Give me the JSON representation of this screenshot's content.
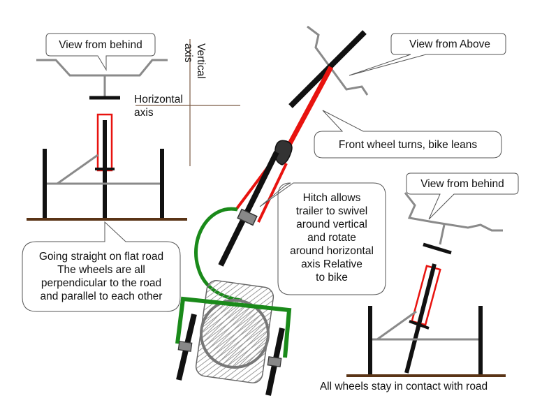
{
  "labels": {
    "view_behind_left": "View from behind",
    "vertical_axis": [
      "Vertical",
      "axis"
    ],
    "horizontal_axis": [
      "Horizontal",
      "axis"
    ],
    "view_above": "View from Above",
    "front_wheel": "Front wheel turns, bike leans",
    "view_behind_right": "View from behind",
    "hitch": [
      "Hitch allows",
      "trailer to swivel",
      "around vertical",
      "and rotate",
      "around horizontal",
      "axis Relative",
      "to bike"
    ],
    "straight": [
      "Going straight on flat road",
      "The wheels are all",
      "perpendicular to the road",
      "and parallel to each other"
    ],
    "contact": "All wheels stay in contact with road"
  },
  "colors": {
    "frame_red": "#e8130f",
    "trailer_green": "#1a8a1a",
    "road_brown": "#5a3416",
    "axis_brown": "#7a5a44",
    "wheel_black": "#111111",
    "bar_gray": "#8a8a8a"
  }
}
